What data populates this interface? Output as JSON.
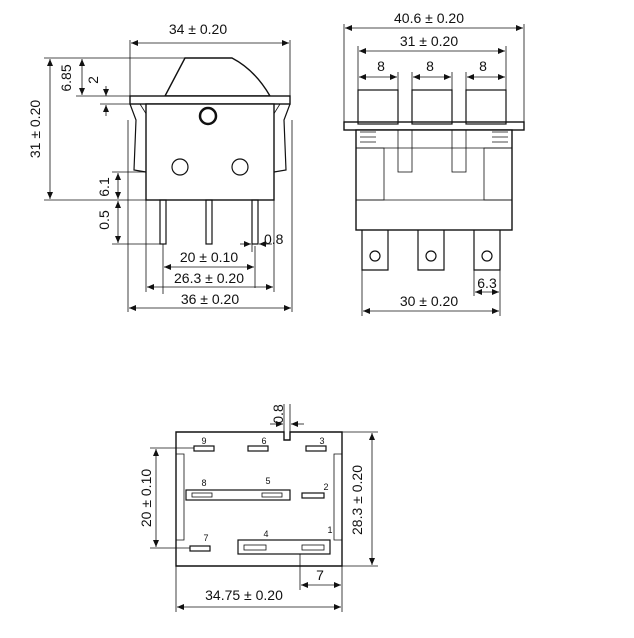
{
  "front_view": {
    "width_top": "34 ± 0.20",
    "rocker_height": "6.85",
    "flange_thickness": "2",
    "total_height": "31 ± 0.20",
    "body_height": "6.1",
    "terminal_offset": "0.5",
    "terminal_thickness": "0.8",
    "pitch_inner": "20 ± 0.10",
    "pitch_outer": "26.3 ± 0.20",
    "width_bottom": "36 ± 0.20"
  },
  "side_view": {
    "flange_width": "40.6 ± 0.20",
    "body_width": "31 ± 0.20",
    "pitch_1": "8",
    "pitch_2": "8",
    "pitch_3": "8",
    "terminal_width": "6.3",
    "terminal_span": "30 ± 0.20"
  },
  "bottom_view": {
    "terminal_thickness": "0.8",
    "row_spacing": "20 ± 0.10",
    "body_height": "28.3 ± 0.20",
    "body_width": "34.75 ± 0.20",
    "edge_offset": "7",
    "pin_numbers": [
      "9",
      "6",
      "3",
      "8",
      "5",
      "2",
      "7",
      "4",
      "1"
    ]
  }
}
